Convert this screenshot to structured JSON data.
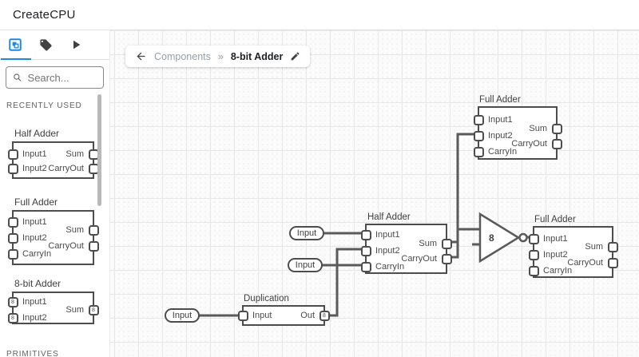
{
  "app": {
    "title": "CreateCPU"
  },
  "colors": {
    "accent_blue": "#1e88e5",
    "wire": "#5a5a5a",
    "block_border": "#4d4d4d",
    "canvas_bg": "#fbfbfb",
    "grid_line": "#e7e7e7"
  },
  "sidebar": {
    "tabs": [
      {
        "icon": "components-icon",
        "active": true
      },
      {
        "icon": "tag-icon",
        "active": false
      },
      {
        "icon": "play-icon",
        "active": false
      }
    ],
    "search": {
      "placeholder": "Search..."
    },
    "recently_used_label": "RECENTLY USED",
    "primitives_label": "PRIMITIVES",
    "components": [
      {
        "name": "Half Adder",
        "inputs": [
          "Input1",
          "Input2"
        ],
        "outputs": [
          "Sum",
          "CarryOut"
        ]
      },
      {
        "name": "Full Adder",
        "inputs": [
          "Input1",
          "Input2",
          "CarryIn"
        ],
        "outputs": [
          "Sum",
          "CarryOut"
        ]
      },
      {
        "name": "8-bit Adder",
        "inputs": [
          "Input1",
          "Input2"
        ],
        "outputs": [
          "Sum"
        ],
        "bus": "8"
      }
    ]
  },
  "breadcrumb": {
    "back_icon": "arrow-left-icon",
    "parent": "Components",
    "separator": "»",
    "current": "8-bit Adder",
    "edit_icon": "pencil-icon"
  },
  "canvas": {
    "blocks": [
      {
        "title": "Full Adder",
        "inputs": [
          "Input1",
          "Input2",
          "CarryIn"
        ],
        "outputs": [
          "Sum",
          "CarryOut"
        ]
      },
      {
        "title": "Half Adder",
        "inputs": [
          "Input1",
          "Input2",
          "CarryIn"
        ],
        "outputs": [
          "Sum",
          "CarryOut"
        ]
      },
      {
        "title": "Full Adder",
        "inputs": [
          "Input1",
          "Input2",
          "CarryIn"
        ],
        "outputs": [
          "Sum",
          "CarryOut"
        ]
      },
      {
        "title": "Duplication",
        "inputs": [
          "Input"
        ],
        "outputs": [
          "Out"
        ],
        "bus": "8"
      }
    ],
    "pills": [
      {
        "label": "Input"
      },
      {
        "label": "Input"
      },
      {
        "label": "Input"
      }
    ],
    "gate": {
      "label": "8"
    }
  }
}
